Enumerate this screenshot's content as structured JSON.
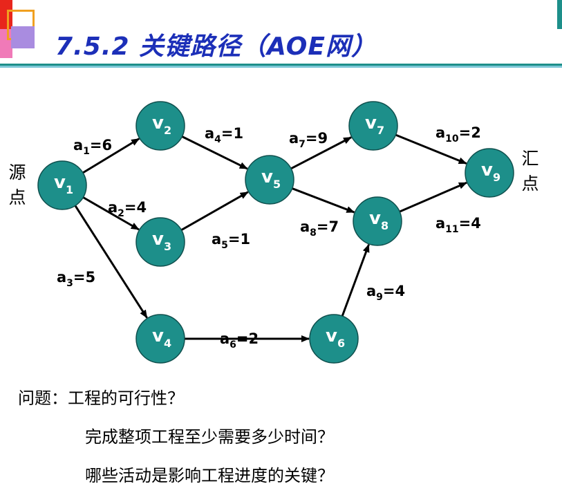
{
  "title": "7.5.2 关键路径（AOE网）",
  "colors": {
    "title": "#1c2fb8",
    "node_fill": "#1d8f8a",
    "node_label": "#ffffff"
  },
  "source_label": [
    "源",
    "点"
  ],
  "sink_label": [
    "汇",
    "点"
  ],
  "nodes": [
    {
      "id": "v1",
      "base": "v",
      "sub": "1"
    },
    {
      "id": "v2",
      "base": "v",
      "sub": "2"
    },
    {
      "id": "v3",
      "base": "v",
      "sub": "3"
    },
    {
      "id": "v4",
      "base": "v",
      "sub": "4"
    },
    {
      "id": "v5",
      "base": "v",
      "sub": "5"
    },
    {
      "id": "v6",
      "base": "v",
      "sub": "6"
    },
    {
      "id": "v7",
      "base": "v",
      "sub": "7"
    },
    {
      "id": "v8",
      "base": "v",
      "sub": "8"
    },
    {
      "id": "v9",
      "base": "v",
      "sub": "9"
    }
  ],
  "edges": [
    {
      "from": "v1",
      "to": "v2",
      "base": "a",
      "sub": "1",
      "value": "6"
    },
    {
      "from": "v1",
      "to": "v3",
      "base": "a",
      "sub": "2",
      "value": "4"
    },
    {
      "from": "v1",
      "to": "v4",
      "base": "a",
      "sub": "3",
      "value": "5"
    },
    {
      "from": "v2",
      "to": "v5",
      "base": "a",
      "sub": "4",
      "value": "1"
    },
    {
      "from": "v3",
      "to": "v5",
      "base": "a",
      "sub": "5",
      "value": "1"
    },
    {
      "from": "v4",
      "to": "v6",
      "base": "a",
      "sub": "6",
      "value": "2"
    },
    {
      "from": "v5",
      "to": "v7",
      "base": "a",
      "sub": "7",
      "value": "9"
    },
    {
      "from": "v5",
      "to": "v8",
      "base": "a",
      "sub": "8",
      "value": "7"
    },
    {
      "from": "v6",
      "to": "v8",
      "base": "a",
      "sub": "9",
      "value": "4"
    },
    {
      "from": "v7",
      "to": "v9",
      "base": "a",
      "sub": "10",
      "value": "2"
    },
    {
      "from": "v8",
      "to": "v9",
      "base": "a",
      "sub": "11",
      "value": "4"
    }
  ],
  "questions": {
    "q1": "问题：工程的可行性？",
    "q2": "完成整项工程至少需要多少时间？",
    "q3": "哪些活动是影响工程进度的关键？"
  }
}
